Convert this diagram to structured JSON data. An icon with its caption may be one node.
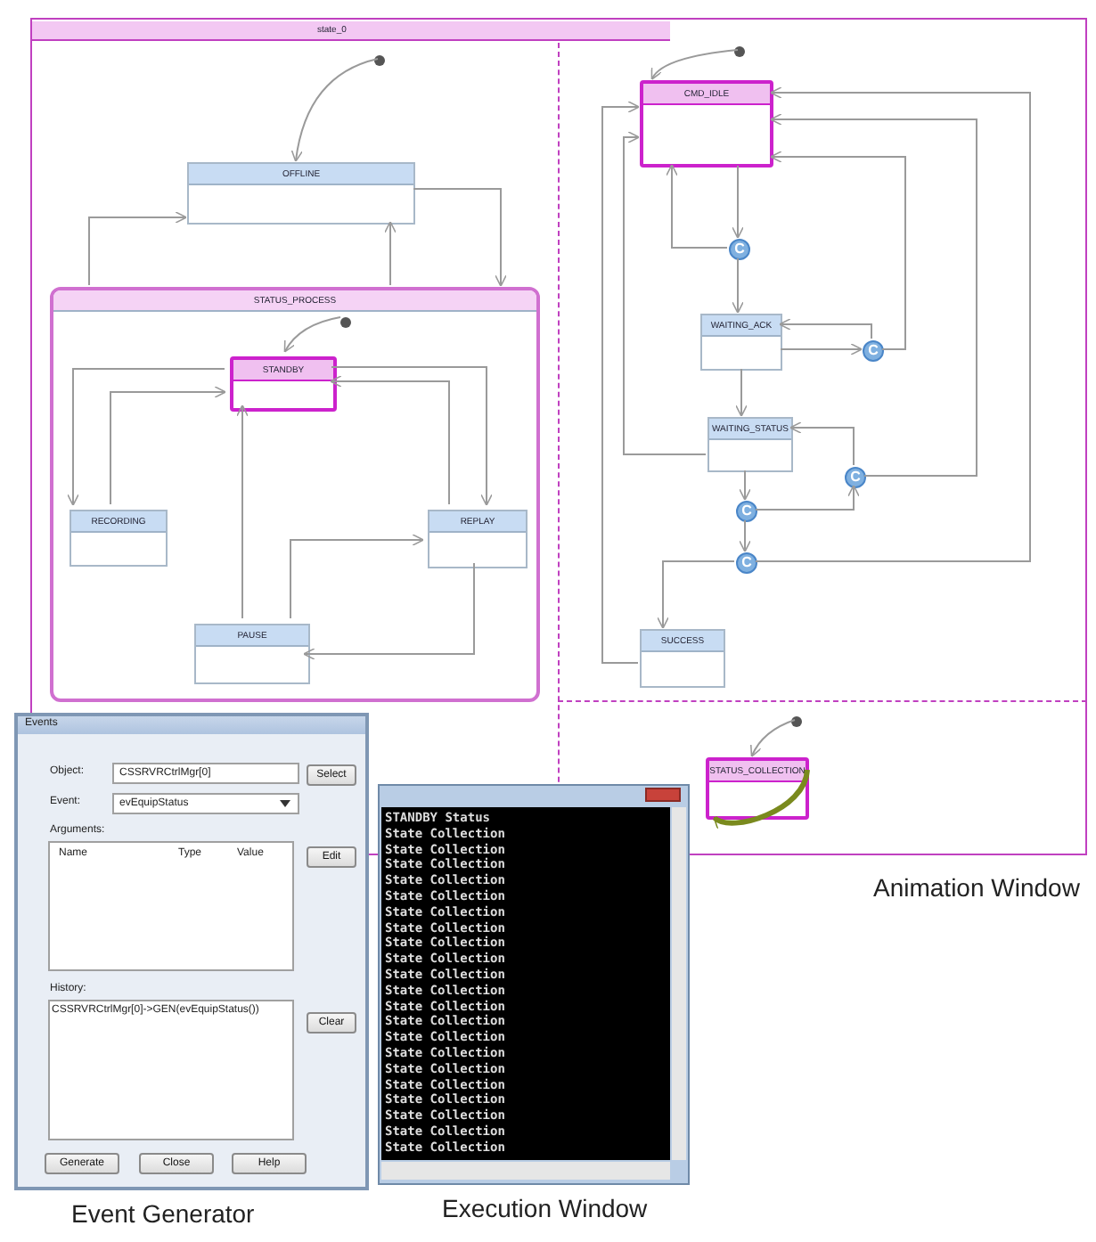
{
  "diagram": {
    "nodes": [
      {
        "text": [
          "state_0"
        ]
      },
      {
        "text": [
          "OFFLINE"
        ],
        "in": 0
      },
      {
        "text": [
          "STATUS_PROCESS"
        ],
        "in": 0
      },
      {
        "text": [
          "STANDBY"
        ],
        "in": 2
      },
      {
        "text": [
          "RECORDING"
        ],
        "in": 2
      },
      {
        "text": [
          "REPLAY"
        ],
        "in": 2
      },
      {
        "text": [
          "PAUSE"
        ],
        "in": 2
      },
      {
        "text": [
          "CMD_IDLE"
        ],
        "in": 0
      },
      {
        "text": [
          "WAITING_ACK"
        ],
        "in": 0
      },
      {
        "text": [
          "WAITING_STATUS"
        ],
        "in": 0
      },
      {
        "text": [
          "SUCCESS"
        ],
        "in": 0
      },
      {
        "text": [
          "C"
        ],
        "in": 0
      },
      {
        "text": [
          "C"
        ],
        "in": 0
      },
      {
        "text": [
          "C"
        ],
        "in": 0
      },
      {
        "text": [
          "C"
        ],
        "in": 0
      },
      {
        "text": [
          "C"
        ],
        "in": 0
      },
      {
        "text": [
          "STATUS_COLLECTION"
        ],
        "in": 0
      },
      {
        "text": [],
        "shape": "circle",
        "in": 0
      },
      {
        "text": [],
        "shape": "circle",
        "in": 2
      },
      {
        "text": [],
        "shape": "circle",
        "in": 0
      },
      {
        "text": [],
        "shape": "circle",
        "in": 0
      }
    ],
    "edges": [
      {
        "from": 17,
        "to": 1,
        "arrow": "to"
      },
      {
        "from": 2,
        "to": 1,
        "arrow": "to"
      },
      {
        "from": 2,
        "to": 1,
        "arrow": "to"
      },
      {
        "from": 1,
        "to": 2,
        "arrow": "to"
      },
      {
        "from": 18,
        "to": 3,
        "arrow": "to"
      },
      {
        "from": 3,
        "to": 4,
        "arrow": "to"
      },
      {
        "from": 4,
        "to": 3,
        "arrow": "to"
      },
      {
        "from": 3,
        "to": 5,
        "arrow": "to"
      },
      {
        "from": 5,
        "to": 3,
        "arrow": "to"
      },
      {
        "from": 6,
        "to": 3,
        "arrow": "to"
      },
      {
        "from": 6,
        "to": 5,
        "arrow": "to"
      },
      {
        "from": 5,
        "to": 6,
        "arrow": "to"
      },
      {
        "from": 19,
        "to": 7,
        "arrow": "to"
      },
      {
        "from": 7,
        "to": 11,
        "arrow": "to"
      },
      {
        "from": 11,
        "to": 7,
        "arrow": "to"
      },
      {
        "from": 11,
        "to": 8,
        "arrow": "to"
      },
      {
        "from": 8,
        "to": 12,
        "arrow": "to"
      },
      {
        "from": 12,
        "to": 8,
        "arrow": "to"
      },
      {
        "from": 12,
        "to": 7,
        "arrow": "to"
      },
      {
        "from": 8,
        "to": 9,
        "arrow": "to"
      },
      {
        "from": 13,
        "to": 9,
        "arrow": "to"
      },
      {
        "from": 13,
        "to": 7,
        "arrow": "to"
      },
      {
        "from": 9,
        "to": 14,
        "arrow": "to"
      },
      {
        "from": 14,
        "to": 13,
        "arrow": "to"
      },
      {
        "from": 14,
        "to": 15,
        "arrow": "to"
      },
      {
        "from": 15,
        "to": 10,
        "arrow": "to"
      },
      {
        "from": 15,
        "to": 7,
        "arrow": "to"
      },
      {
        "from": 9,
        "to": 7,
        "arrow": "to"
      },
      {
        "from": 10,
        "to": 7,
        "arrow": "to"
      },
      {
        "from": 20,
        "to": 16,
        "arrow": "to"
      },
      {
        "from": 16,
        "to": 16,
        "arrow": "to",
        "style": "thick",
        "color": "#7a8a1e"
      }
    ],
    "labels": [
      "Events",
      "Object:",
      "CSSRVRCtrlMgr[0]",
      "Select",
      "Event:",
      "evEquipStatus",
      "Arguments:",
      "Name",
      "Type",
      "Value",
      "Edit",
      "History:",
      "CSSRVRCtrlMgr[0]->GEN(evEquipStatus())",
      "Clear",
      "Generate",
      "Close",
      "Help",
      "Event Generator",
      "STANDBY Status",
      "State Collection",
      "State Collection",
      "State Collection",
      "State Collection",
      "State Collection",
      "State Collection",
      "State Collection",
      "State Collection",
      "State Collection",
      "State Collection",
      "State Collection",
      "State Collection",
      "State Collection",
      "State Collection",
      "State Collection",
      "State Collection",
      "State Collection",
      "State Collection",
      "State Collection",
      "State Collection",
      "State Collection",
      "Execution Window",
      "Animation Window"
    ]
  }
}
